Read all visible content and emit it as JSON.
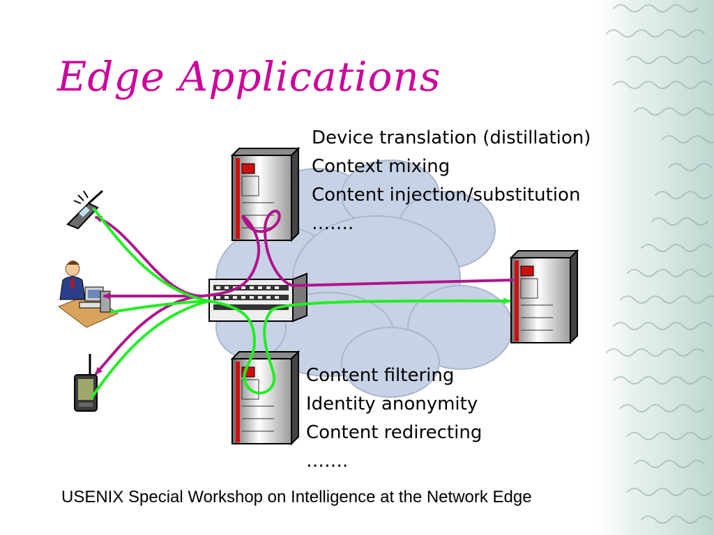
{
  "slide": {
    "title": "Edge Applications",
    "upper_list": [
      "Device translation (distillation)",
      "Context mixing",
      "Content injection/substitution",
      "……."
    ],
    "lower_list": [
      "Content filtering",
      "Identity anonymity",
      "Content redirecting",
      "……."
    ],
    "footer": "USENIX Special Workshop on Intelligence at the Network Edge"
  },
  "colors": {
    "title": "#cc0099",
    "magenta_flow": "#b0148c",
    "green_flow": "#22ee22",
    "cloud": "#c7d2e6",
    "server_accent": "#cc1010"
  },
  "icons": [
    "cell-phone-icon",
    "user-workstation-icon",
    "pda-icon",
    "server-icon",
    "edge-router-icon",
    "network-cloud-icon"
  ]
}
